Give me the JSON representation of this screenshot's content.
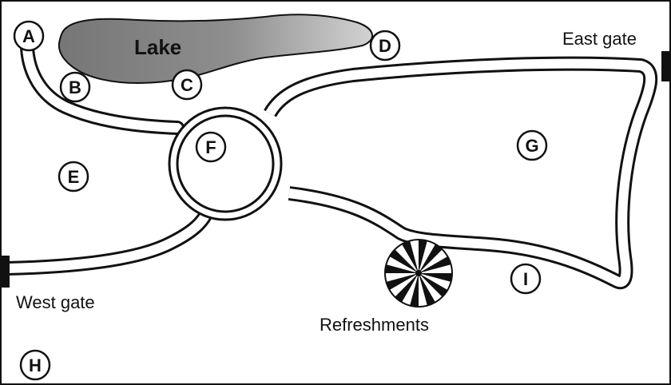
{
  "map": {
    "lake_label": "Lake",
    "east_gate_label": "East gate",
    "west_gate_label": "West gate",
    "refreshments_label": "Refreshments",
    "markers": {
      "A": "A",
      "B": "B",
      "C": "C",
      "D": "D",
      "E": "E",
      "F": "F",
      "G": "G",
      "H": "H",
      "I": "I"
    }
  },
  "colors": {
    "ink": "#111111",
    "lake_dark": "#7a7a7a",
    "lake_light": "#c8c8c8",
    "paper": "#ffffff"
  }
}
